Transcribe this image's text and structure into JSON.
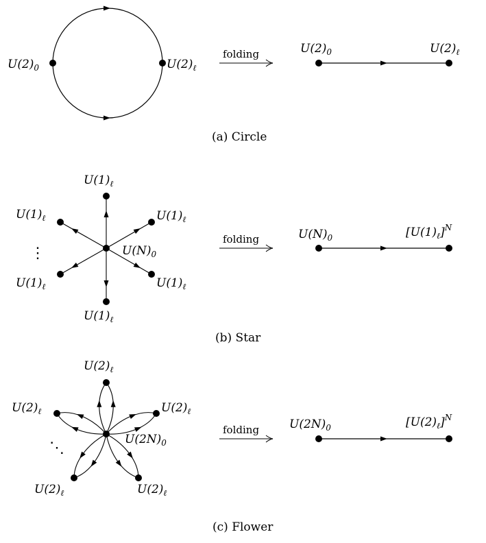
{
  "arrow_label": "folding",
  "panels": {
    "a": {
      "caption": "(a)  Circle",
      "left": "U(2)",
      "left_sub": "0",
      "right": "U(2)",
      "right_sub": "ℓ",
      "fold_left": "U(2)",
      "fold_left_sub": "0",
      "fold_right": "U(2)",
      "fold_right_sub": "ℓ"
    },
    "b": {
      "caption": "(b)  Star",
      "center": "U(N)",
      "center_sub": "0",
      "outer": "U(1)",
      "outer_sub": "ℓ",
      "ellipsis": "⋮",
      "fold_left": "U(N)",
      "fold_left_sub": "0",
      "fold_right": "[U(1)",
      "fold_right_sub": "ℓ",
      "fold_right_close": "]",
      "fold_right_sup": "N"
    },
    "c": {
      "caption": "(c)  Flower",
      "center": "U(2N)",
      "center_sub": "0",
      "outer": "U(2)",
      "outer_sub": "ℓ",
      "ellipsis": "⋱",
      "fold_left": "U(2N)",
      "fold_left_sub": "0",
      "fold_right": "[U(2)",
      "fold_right_sub": "ℓ",
      "fold_right_close": "]",
      "fold_right_sup": "N"
    }
  }
}
